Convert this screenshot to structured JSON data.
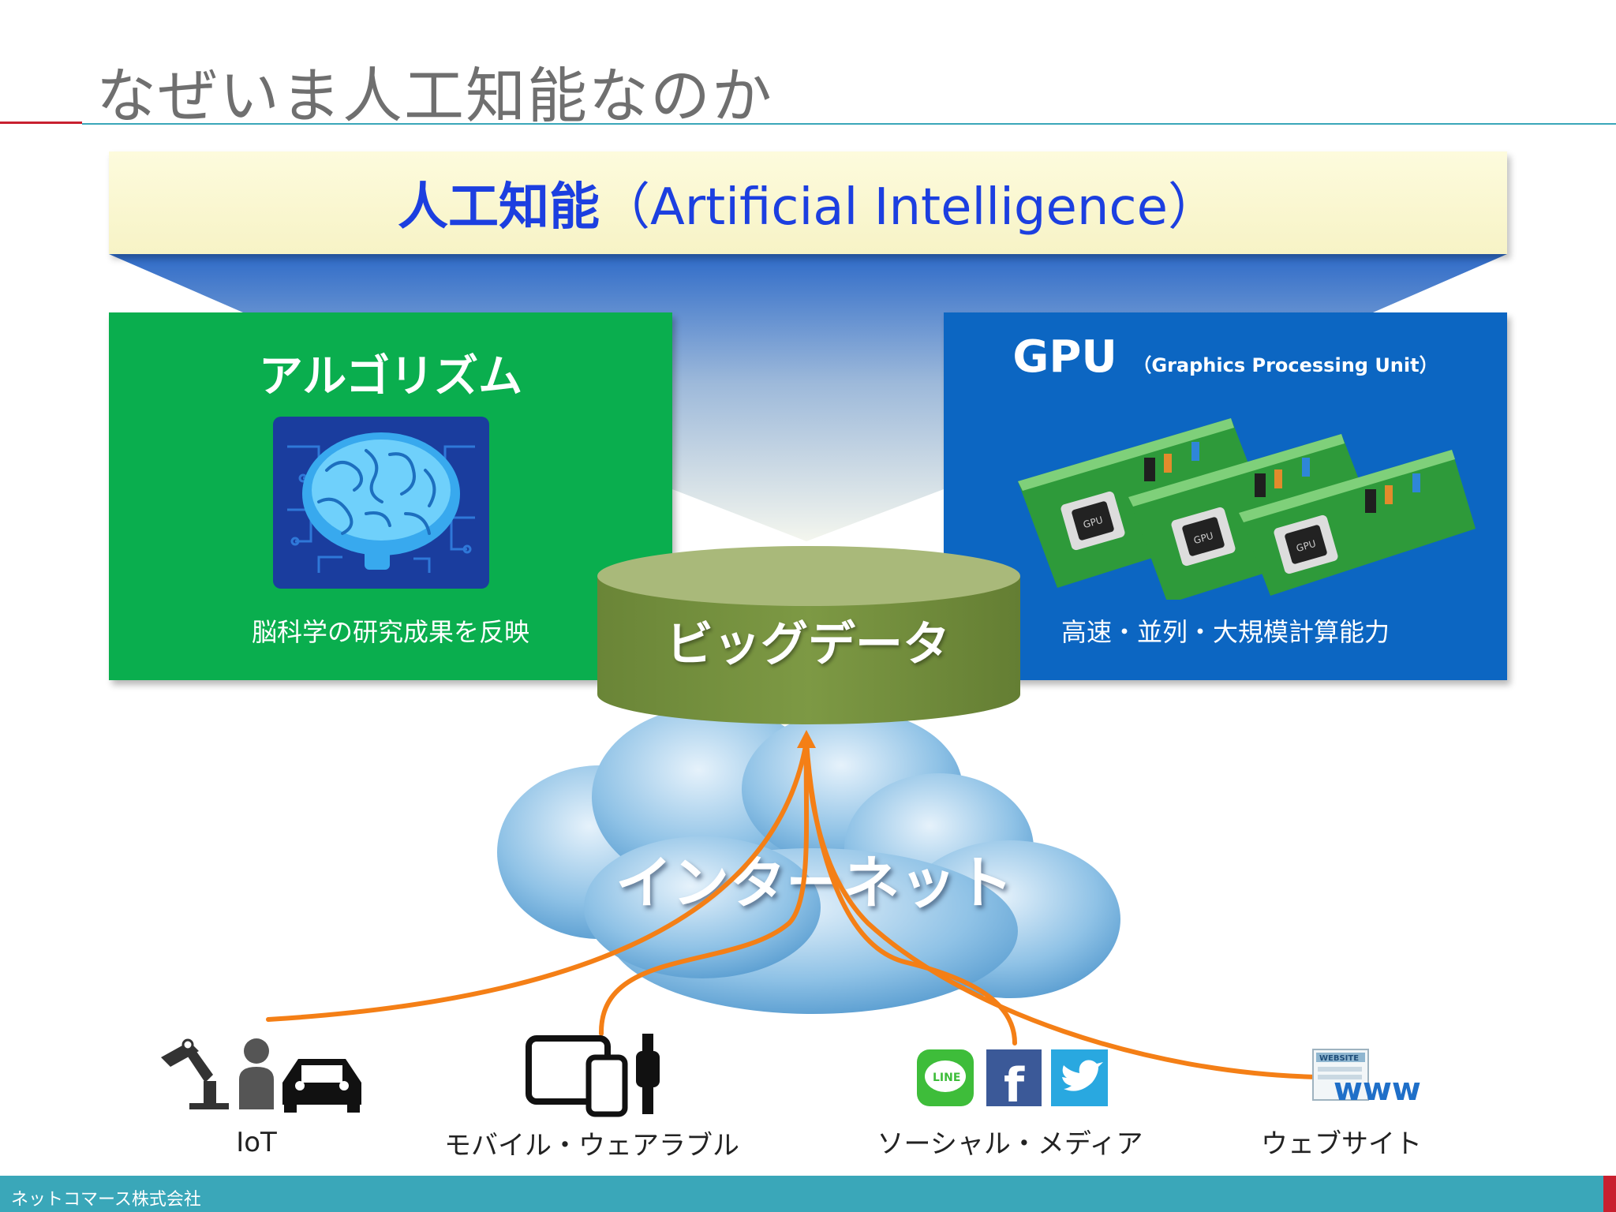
{
  "title": "なぜいま人工知能なのか",
  "ai_banner": {
    "main": "人工知能",
    "sub": "（Artificial Intelligence）"
  },
  "algorithm": {
    "heading": "アルゴリズム",
    "caption": "脳科学の研究成果を反映",
    "icon": "brain-icon"
  },
  "gpu": {
    "heading": "GPU",
    "sub": "（Graphics Processing Unit）",
    "caption": "高速・並列・大規模計算能力",
    "chip_label": "GPU"
  },
  "bigdata": {
    "label": "ビッグデータ"
  },
  "internet": {
    "label": "インターネット"
  },
  "sources": {
    "iot": "IoT",
    "mobile": "モバイル・ウェアラブル",
    "social": "ソーシャル・メディア",
    "website": "ウェブサイト",
    "line_label": "LINE",
    "facebook_label": "f",
    "www_label": "www",
    "website_badge": "WEBSITE"
  },
  "footer": {
    "company": "ネットコマース株式会社"
  },
  "colors": {
    "title_gray": "#6f6f6f",
    "ai_blue": "#1c3fe0",
    "algo_green": "#0aae4e",
    "gpu_blue": "#0c66c2",
    "db_olive": "#7a9440",
    "arrow_orange": "#f47f16",
    "footer_teal": "#3aa7b9",
    "accent_red": "#c8202f"
  }
}
